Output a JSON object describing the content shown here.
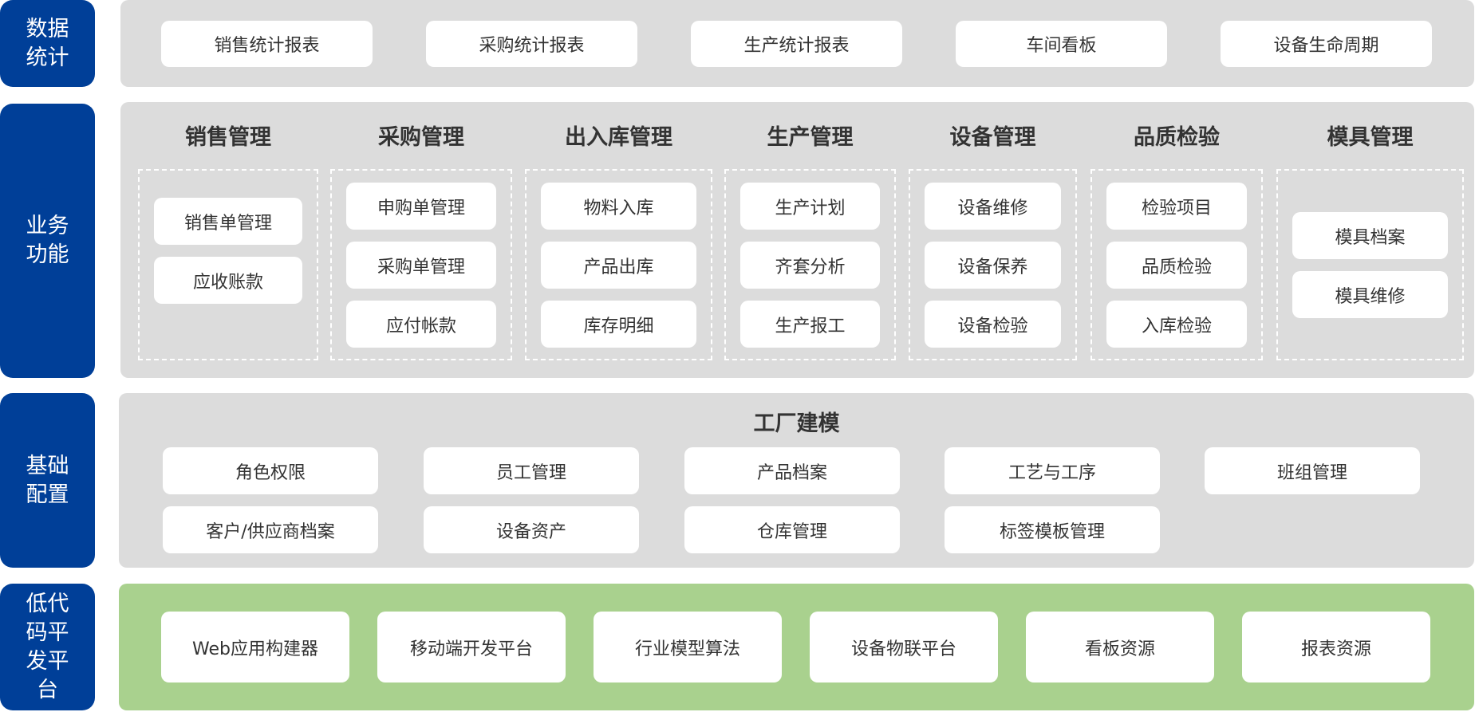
{
  "labels": {
    "data": "数据统计",
    "business": "业务功能",
    "base": "基础配置",
    "lowcode": "低代码平发平台"
  },
  "data_stats": [
    "销售统计报表",
    "采购统计报表",
    "生产统计报表",
    "车间看板",
    "设备生命周期"
  ],
  "business": [
    {
      "title": "销售管理",
      "items": [
        "销售单管理",
        "应收账款"
      ]
    },
    {
      "title": "采购管理",
      "items": [
        "申购单管理",
        "采购单管理",
        "应付帐款"
      ]
    },
    {
      "title": "出入库管理",
      "items": [
        "物料入库",
        "产品出库",
        "库存明细"
      ]
    },
    {
      "title": "生产管理",
      "items": [
        "生产计划",
        "齐套分析",
        "生产报工"
      ]
    },
    {
      "title": "设备管理",
      "items": [
        "设备维修",
        "设备保养",
        "设备检验"
      ]
    },
    {
      "title": "品质检验",
      "items": [
        "检验项目",
        "品质检验",
        "入库检验"
      ]
    },
    {
      "title": "模具管理",
      "items": [
        "模具档案",
        "模具维修"
      ]
    }
  ],
  "base": {
    "title": "工厂建模",
    "items": [
      "角色权限",
      "员工管理",
      "产品档案",
      "工艺与工序",
      "班组管理",
      "客户/供应商档案",
      "设备资产",
      "仓库管理",
      "标签模板管理"
    ]
  },
  "lowcode": [
    "Web应用构建器",
    "移动端开发平台",
    "行业模型算法",
    "设备物联平台",
    "看板资源",
    "报表资源"
  ],
  "colors": {
    "blue": "#003f98",
    "gray": "#dcdcdc",
    "green": "#a9d18e"
  }
}
